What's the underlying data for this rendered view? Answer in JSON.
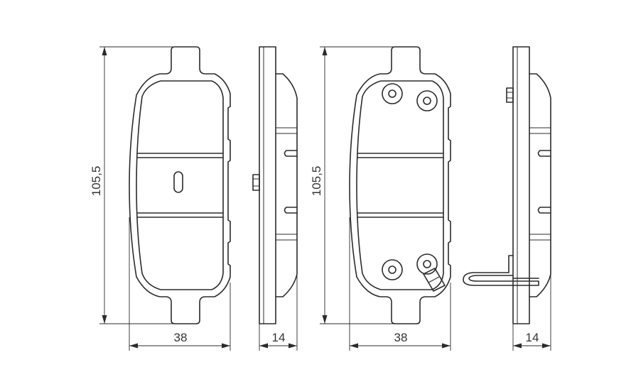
{
  "dimensions": {
    "height_left": "105,5",
    "width_left": "38",
    "thickness_left": "14",
    "height_right": "105,5",
    "width_right": "38",
    "thickness_right": "14"
  }
}
